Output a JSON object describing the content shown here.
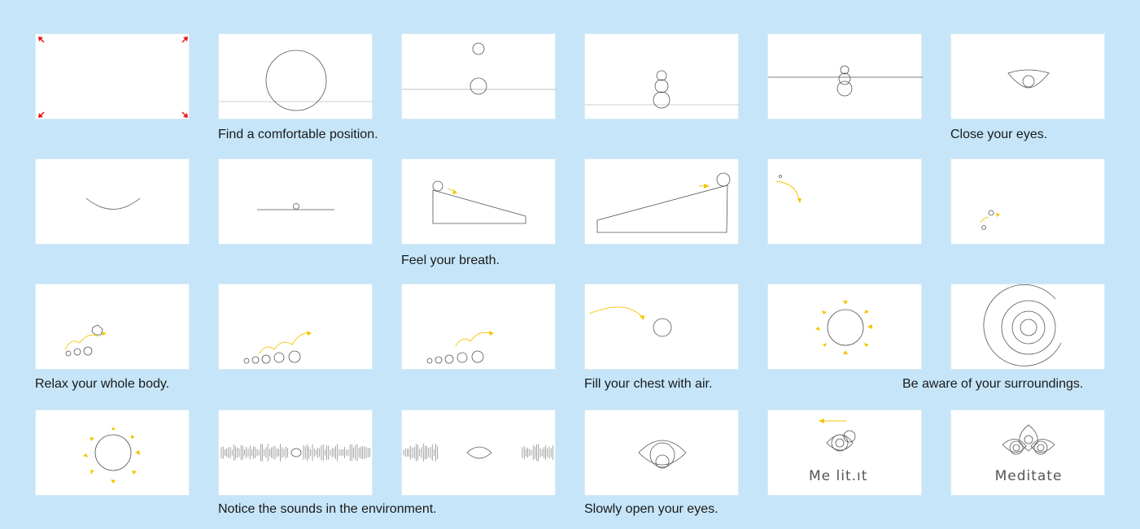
{
  "captions": {
    "find_position": "Find a comfortable position.",
    "close_eyes": "Close your eyes.",
    "feel_breath": "Feel your breath.",
    "relax_body": "Relax your whole body.",
    "fill_chest": "Fill your chest with air.",
    "be_aware": "Be aware of your surroundings.",
    "notice_sounds": "Notice the sounds in the environment.",
    "open_eyes": "Slowly open your eyes."
  },
  "wordmark": {
    "partial": "Me lit.ıt",
    "full": "Meditate"
  },
  "colors": {
    "background": "#c6e5f8",
    "frame": "#ffffff",
    "accent_yellow": "#f5c400",
    "accent_red": "#e8161b",
    "line": "#555555"
  }
}
